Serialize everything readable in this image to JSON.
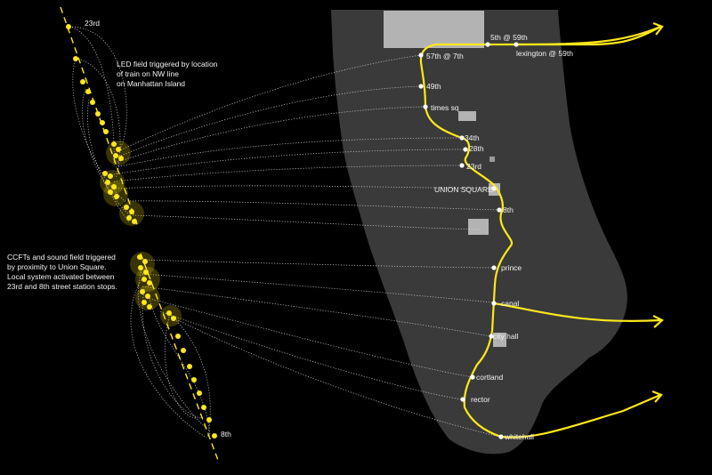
{
  "stations": {
    "fifth_59": "5th @ 59th",
    "lex_59": "lexington @ 59th",
    "s57_7": "57th @ 7th",
    "s49": "49th",
    "times_sq": "times sq",
    "s34": "34th",
    "s28": "28th",
    "s23": "23rd",
    "union_sq": "UNION SQUARE",
    "s8": "8th",
    "prince": "prince",
    "canal": "canal",
    "city_hall": "city hall",
    "cortland": "cortland",
    "rector": "rector",
    "whitehall": "whitehall"
  },
  "left": {
    "top_label": "23rd",
    "bottom_label": "8th",
    "annotation_top": [
      "LED field triggered by location",
      "of train on NW line",
      "on Manhattan Island"
    ],
    "annotation_bottom": [
      "CCFTs and sound field triggered",
      "by proximity to Union Square.",
      "Local system activated between",
      "23rd and 8th street station stops."
    ]
  },
  "colors": {
    "background": "#000000",
    "island": "#3a3a3a",
    "track": "#ffe81a",
    "blocks": "#b3b3b3"
  }
}
